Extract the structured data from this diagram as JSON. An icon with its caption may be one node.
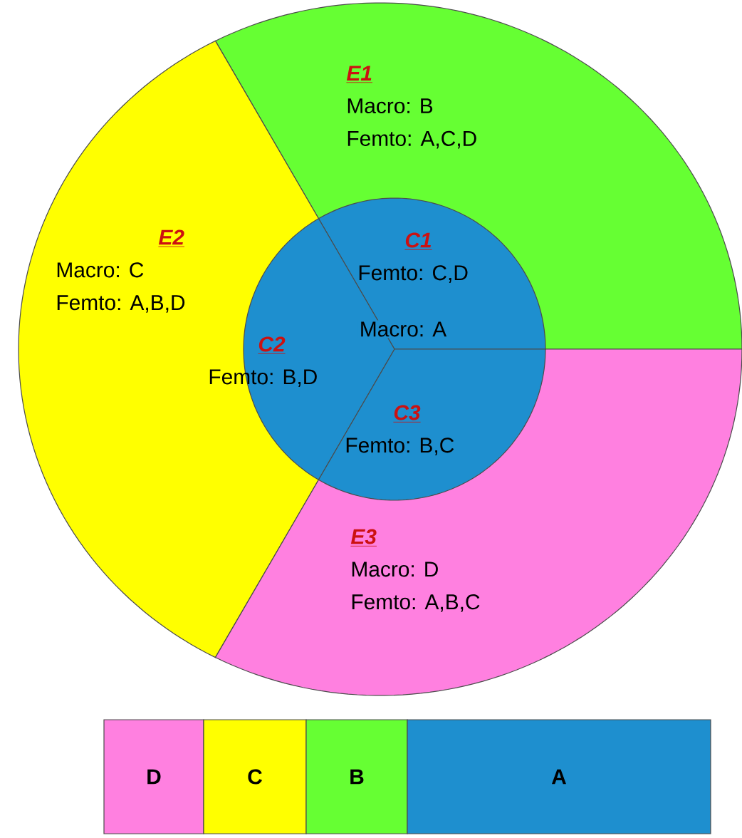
{
  "diagram": {
    "nodes": [
      {
        "text": [
          "E1",
          "Macro: B",
          "Femto: A,C,D"
        ]
      },
      {
        "text": [
          "E2",
          "Macro: C",
          "Femto: A,B,D"
        ]
      },
      {
        "text": [
          "E3",
          "Macro: D",
          "Femto: A,B,C"
        ]
      },
      {
        "text": [
          "C1",
          "Femto: C,D"
        ],
        "in": 0
      },
      {
        "text": [
          "C2",
          "Femto: B,D"
        ],
        "in": 1
      },
      {
        "text": [
          "C3",
          "Femto: B,C"
        ],
        "in": 2
      }
    ],
    "labels": [
      "Macro: A"
    ],
    "legend": [
      {
        "text": "D",
        "color": "#ff80e0"
      },
      {
        "text": "C",
        "color": "#ffff00"
      },
      {
        "text": "B",
        "color": "#66ff33"
      },
      {
        "text": "A",
        "color": "#1e8fcf"
      }
    ]
  }
}
